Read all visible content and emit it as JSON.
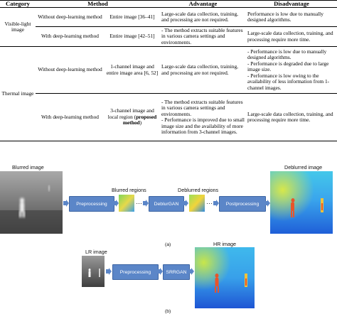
{
  "table": {
    "headers": [
      "Category",
      "Method",
      "Advantage",
      "Disadvantage"
    ],
    "rows": [
      {
        "category": "Visible-light image",
        "method": "Without deep-learning method",
        "approach": "Entire image [36–41]",
        "advantage": "Large-scale data collection, training, and processing are not required.",
        "disadvantage": "Performance is low due to manually designed algorithms."
      },
      {
        "method": "With deep-learning method",
        "approach": "Entire image [42–51]",
        "advantage": "- The method extracts suitable features in various camera settings and environments.",
        "disadvantage": "Large-scale data collection, training, and processing require more time."
      },
      {
        "category": "Thermal image",
        "method": "Without deep-learning method",
        "approach": "1-channel image and entire image area [6, 52]",
        "advantage": "Large-scale data collection, training, and processing are not required.",
        "disadvantage_lines": [
          "- Performance is low due to manually designed algorithms.",
          "- Performance is degraded due to large image size.",
          "- Performance is low owing to the availability of less information from 1-channel images."
        ]
      },
      {
        "method": "With deep-learning method",
        "approach": "3-channel image and local region (",
        "approach_bold": "proposed method",
        "approach_end": ")",
        "advantage_lines": [
          "- The method extracts suitable features in various camera settings and environments.",
          "- Performance is improved due to small image size and the availability of more information from 3-channel images."
        ],
        "disadvantage": "Large-scale data collection, training, and processing require more time."
      }
    ]
  },
  "figure_a": {
    "blurred_image_label": "Blurred image",
    "blurred_regions_label": "Blurred regions",
    "deblurred_regions_label": "Deblurred regions",
    "deblurred_image_label": "Deblurred image",
    "steps": [
      "Preprocessing",
      "DeblurGAN",
      "Postprocessing"
    ],
    "caption": "(a)"
  },
  "figure_b": {
    "lr_image_label": "LR image",
    "hr_image_label": "HR image",
    "steps": [
      "Preprocessing",
      "SRRGAN"
    ],
    "caption": "(b)"
  },
  "colors": {
    "box_fill": "#5b86c8",
    "box_border": "#3c64a2"
  }
}
